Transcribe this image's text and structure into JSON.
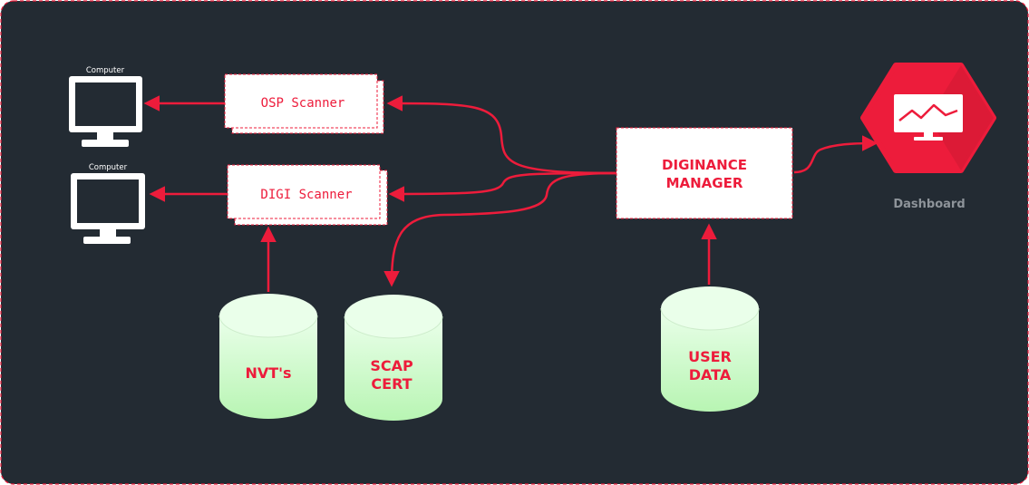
{
  "colors": {
    "background": "#232b33",
    "accent": "#ed1c3b",
    "box_fill": "#ffffff",
    "cylinder_top": "#eaffea",
    "cylinder_bottom": "#b8f5b3",
    "monitor": "#ffffff",
    "dashboard_label": "#8e949a"
  },
  "computers": [
    {
      "label": "Computer",
      "icon": "monitor-icon"
    },
    {
      "label": "Computer",
      "icon": "monitor-icon"
    }
  ],
  "scanners": [
    {
      "label": "OSP Scanner"
    },
    {
      "label": "DIGI Scanner"
    }
  ],
  "manager": {
    "line1": "DIGINANCE",
    "line2": "MANAGER"
  },
  "databases": [
    {
      "line1": "NVT's",
      "line2": ""
    },
    {
      "line1": "SCAP",
      "line2": "CERT"
    },
    {
      "line1": "USER",
      "line2": "DATA"
    }
  ],
  "dashboard": {
    "label": "Dashboard",
    "icon": "dashboard-chart-icon"
  }
}
